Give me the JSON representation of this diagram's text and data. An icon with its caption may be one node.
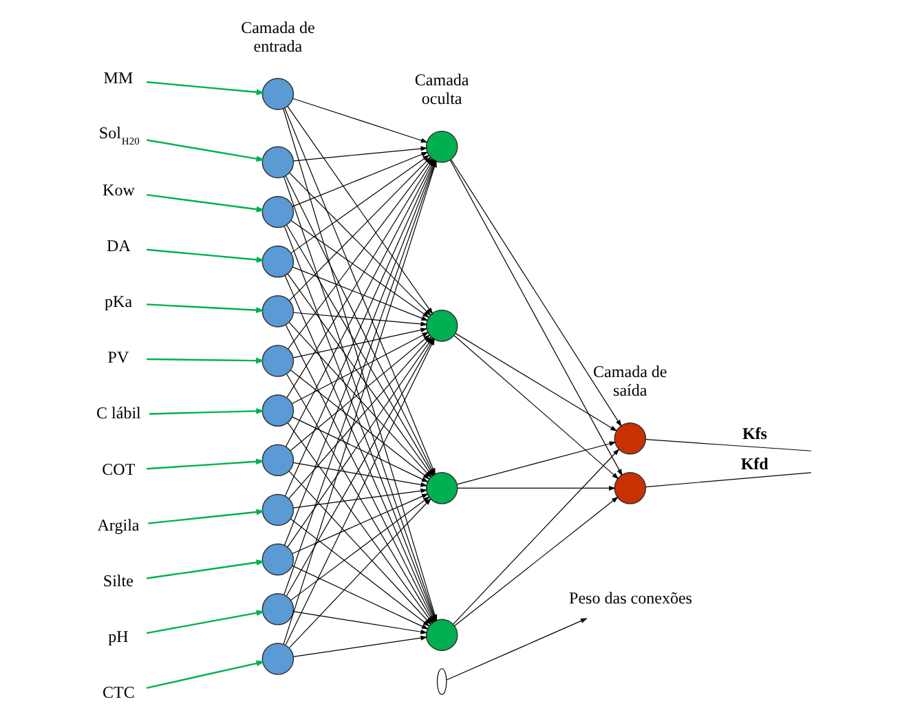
{
  "diagram": {
    "nodes": [
      {
        "text": [
          "MM"
        ]
      },
      {
        "text": [
          "Sol$_{H20}$"
        ]
      },
      {
        "text": [
          "Kow"
        ]
      },
      {
        "text": [
          "DA"
        ]
      },
      {
        "text": [
          "pKa"
        ]
      },
      {
        "text": [
          "PV"
        ]
      },
      {
        "text": [
          "C lábil"
        ]
      },
      {
        "text": [
          "COT"
        ]
      },
      {
        "text": [
          "Argila"
        ]
      },
      {
        "text": [
          "Silte"
        ]
      },
      {
        "text": [
          "pH"
        ]
      },
      {
        "text": [
          "CTC"
        ]
      },
      {
        "text": [],
        "shape": "circle"
      },
      {
        "text": [],
        "shape": "circle"
      },
      {
        "text": [],
        "shape": "circle"
      },
      {
        "text": [],
        "shape": "circle"
      },
      {
        "text": [],
        "shape": "circle"
      },
      {
        "text": [],
        "shape": "circle"
      },
      {
        "text": [],
        "shape": "circle"
      },
      {
        "text": [],
        "shape": "circle"
      },
      {
        "text": [],
        "shape": "circle"
      },
      {
        "text": [],
        "shape": "circle"
      },
      {
        "text": [],
        "shape": "circle"
      },
      {
        "text": [],
        "shape": "circle"
      },
      {
        "text": [],
        "shape": "circle"
      },
      {
        "text": [],
        "shape": "circle"
      },
      {
        "text": [],
        "shape": "circle"
      },
      {
        "text": [],
        "shape": "circle"
      },
      {
        "text": [],
        "shape": "circle"
      },
      {
        "text": [],
        "shape": "circle"
      },
      {
        "text": [],
        "shape": "ellipse"
      },
      {
        "text": [
          "Peso das conexões"
        ]
      }
    ],
    "edges": [
      {
        "from": 0,
        "to": 12,
        "arrow": "to",
        "color": "#00b050"
      },
      {
        "from": 1,
        "to": 13,
        "arrow": "to",
        "color": "#00b050"
      },
      {
        "from": 2,
        "to": 14,
        "arrow": "to",
        "color": "#00b050"
      },
      {
        "from": 3,
        "to": 15,
        "arrow": "to",
        "color": "#00b050"
      },
      {
        "from": 4,
        "to": 16,
        "arrow": "to",
        "color": "#00b050"
      },
      {
        "from": 5,
        "to": 17,
        "arrow": "to",
        "color": "#00b050"
      },
      {
        "from": 6,
        "to": 18,
        "arrow": "to",
        "color": "#00b050"
      },
      {
        "from": 7,
        "to": 19,
        "arrow": "to",
        "color": "#00b050"
      },
      {
        "from": 8,
        "to": 20,
        "arrow": "to",
        "color": "#00b050"
      },
      {
        "from": 9,
        "to": 21,
        "arrow": "to",
        "color": "#00b050"
      },
      {
        "from": 10,
        "to": 22,
        "arrow": "to",
        "color": "#00b050"
      },
      {
        "from": 11,
        "to": 23,
        "arrow": "to",
        "color": "#00b050"
      },
      {
        "from": 12,
        "to": 24,
        "arrow": "to"
      },
      {
        "from": 12,
        "to": 25,
        "arrow": "to"
      },
      {
        "from": 12,
        "to": 26,
        "arrow": "to"
      },
      {
        "from": 12,
        "to": 27,
        "arrow": "to"
      },
      {
        "from": 13,
        "to": 24,
        "arrow": "to"
      },
      {
        "from": 13,
        "to": 25,
        "arrow": "to"
      },
      {
        "from": 13,
        "to": 26,
        "arrow": "to"
      },
      {
        "from": 13,
        "to": 27,
        "arrow": "to"
      },
      {
        "from": 14,
        "to": 24,
        "arrow": "to"
      },
      {
        "from": 14,
        "to": 25,
        "arrow": "to"
      },
      {
        "from": 14,
        "to": 26,
        "arrow": "to"
      },
      {
        "from": 14,
        "to": 27,
        "arrow": "to"
      },
      {
        "from": 15,
        "to": 24,
        "arrow": "to"
      },
      {
        "from": 15,
        "to": 25,
        "arrow": "to"
      },
      {
        "from": 15,
        "to": 26,
        "arrow": "to"
      },
      {
        "from": 15,
        "to": 27,
        "arrow": "to"
      },
      {
        "from": 16,
        "to": 24,
        "arrow": "to"
      },
      {
        "from": 16,
        "to": 25,
        "arrow": "to"
      },
      {
        "from": 16,
        "to": 26,
        "arrow": "to"
      },
      {
        "from": 16,
        "to": 27,
        "arrow": "to"
      },
      {
        "from": 17,
        "to": 24,
        "arrow": "to"
      },
      {
        "from": 17,
        "to": 25,
        "arrow": "to"
      },
      {
        "from": 17,
        "to": 26,
        "arrow": "to"
      },
      {
        "from": 17,
        "to": 27,
        "arrow": "to"
      },
      {
        "from": 18,
        "to": 24,
        "arrow": "to"
      },
      {
        "from": 18,
        "to": 25,
        "arrow": "to"
      },
      {
        "from": 18,
        "to": 26,
        "arrow": "to"
      },
      {
        "from": 18,
        "to": 27,
        "arrow": "to"
      },
      {
        "from": 19,
        "to": 24,
        "arrow": "to"
      },
      {
        "from": 19,
        "to": 25,
        "arrow": "to"
      },
      {
        "from": 19,
        "to": 26,
        "arrow": "to"
      },
      {
        "from": 19,
        "to": 27,
        "arrow": "to"
      },
      {
        "from": 20,
        "to": 24,
        "arrow": "to"
      },
      {
        "from": 20,
        "to": 25,
        "arrow": "to"
      },
      {
        "from": 20,
        "to": 26,
        "arrow": "to"
      },
      {
        "from": 20,
        "to": 27,
        "arrow": "to"
      },
      {
        "from": 21,
        "to": 24,
        "arrow": "to"
      },
      {
        "from": 21,
        "to": 25,
        "arrow": "to"
      },
      {
        "from": 21,
        "to": 26,
        "arrow": "to"
      },
      {
        "from": 21,
        "to": 27,
        "arrow": "to"
      },
      {
        "from": 22,
        "to": 24,
        "arrow": "to"
      },
      {
        "from": 22,
        "to": 25,
        "arrow": "to"
      },
      {
        "from": 22,
        "to": 26,
        "arrow": "to"
      },
      {
        "from": 22,
        "to": 27,
        "arrow": "to"
      },
      {
        "from": 23,
        "to": 24,
        "arrow": "to"
      },
      {
        "from": 23,
        "to": 25,
        "arrow": "to"
      },
      {
        "from": 23,
        "to": 26,
        "arrow": "to"
      },
      {
        "from": 23,
        "to": 27,
        "arrow": "to"
      },
      {
        "from": 24,
        "to": 28,
        "arrow": "to"
      },
      {
        "from": 24,
        "to": 29,
        "arrow": "to"
      },
      {
        "from": 25,
        "to": 28,
        "arrow": "to"
      },
      {
        "from": 25,
        "to": 29,
        "arrow": "to"
      },
      {
        "from": 26,
        "to": 28,
        "arrow": "to"
      },
      {
        "from": 26,
        "to": 29,
        "arrow": "to"
      },
      {
        "from": 27,
        "to": 28,
        "arrow": "to"
      },
      {
        "from": 27,
        "to": 29,
        "arrow": "to"
      },
      {
        "from": 28,
        "to": null,
        "arrow": "none",
        "label": "Kfs"
      },
      {
        "from": 29,
        "to": null,
        "arrow": "none",
        "label": "Kfd"
      },
      {
        "from": 30,
        "to": 31,
        "arrow": "to"
      }
    ],
    "labels": [
      "Camada de entrada",
      "Camada oculta",
      "Camada de saída"
    ]
  }
}
